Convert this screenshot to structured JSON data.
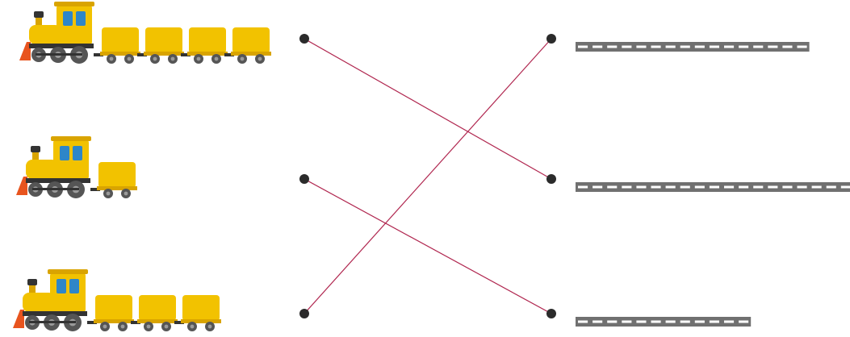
{
  "colors": {
    "background": "#ffffff",
    "connector_line": "#b0264f",
    "dot": "#2b2b2b",
    "train_body": "#f2c200",
    "train_body_dark": "#d9a400",
    "train_window": "#2e86c8",
    "train_wheel": "#555555",
    "train_wheel_hub": "#9a9a9a",
    "train_frame": "#333333",
    "cowcatcher": "#e8541e",
    "track": "#707070",
    "track_dash": "#ffffff"
  },
  "trains": [
    {
      "id": "train-a",
      "wagons": 4,
      "icon": "train-icon"
    },
    {
      "id": "train-b",
      "wagons": 1,
      "icon": "train-icon"
    },
    {
      "id": "train-c",
      "wagons": 3,
      "icon": "train-icon"
    }
  ],
  "tracks": [
    {
      "id": "track-1",
      "segments": 16,
      "icon": "track-icon"
    },
    {
      "id": "track-2",
      "segments": 20,
      "icon": "track-icon"
    },
    {
      "id": "track-3",
      "segments": 12,
      "icon": "track-icon"
    }
  ],
  "connections": [
    {
      "from": "train-a",
      "to": "track-2"
    },
    {
      "from": "train-b",
      "to": "track-3"
    },
    {
      "from": "train-c",
      "to": "track-1"
    }
  ]
}
